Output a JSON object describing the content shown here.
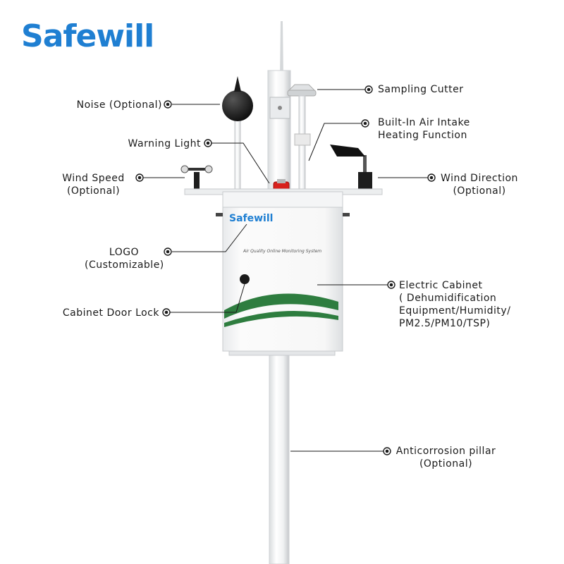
{
  "brand": {
    "name": "Safewill",
    "color": "#1f7fd2"
  },
  "cabinet": {
    "logo_text": "Safewill",
    "subtitle": "Air Quality Online Monitoring System",
    "stripe_color": "#2e7d3f"
  },
  "callouts": {
    "sampling_cutter": "Sampling Cutter",
    "air_intake": "Built-In Air Intake\nHeating Function",
    "noise": "Noise (Optional)",
    "warning_light": "Warning Light",
    "wind_speed": "Wind Speed\n(Optional)",
    "wind_direction": "Wind Direction\n(Optional)",
    "logo": "LOGO\n(Customizable)",
    "electric_cabinet": "Electric Cabinet\n( Dehumidification\nEquipment/Humidity/\nPM2.5/PM10/TSP)",
    "door_lock": "Cabinet Door Lock",
    "pillar": "Anticorrosion pillar\n(Optional)"
  },
  "icons": [
    "bullet-icon",
    "warning-light-icon",
    "noise-sensor-icon",
    "wind-vane-icon",
    "anemometer-icon",
    "lock-icon"
  ]
}
